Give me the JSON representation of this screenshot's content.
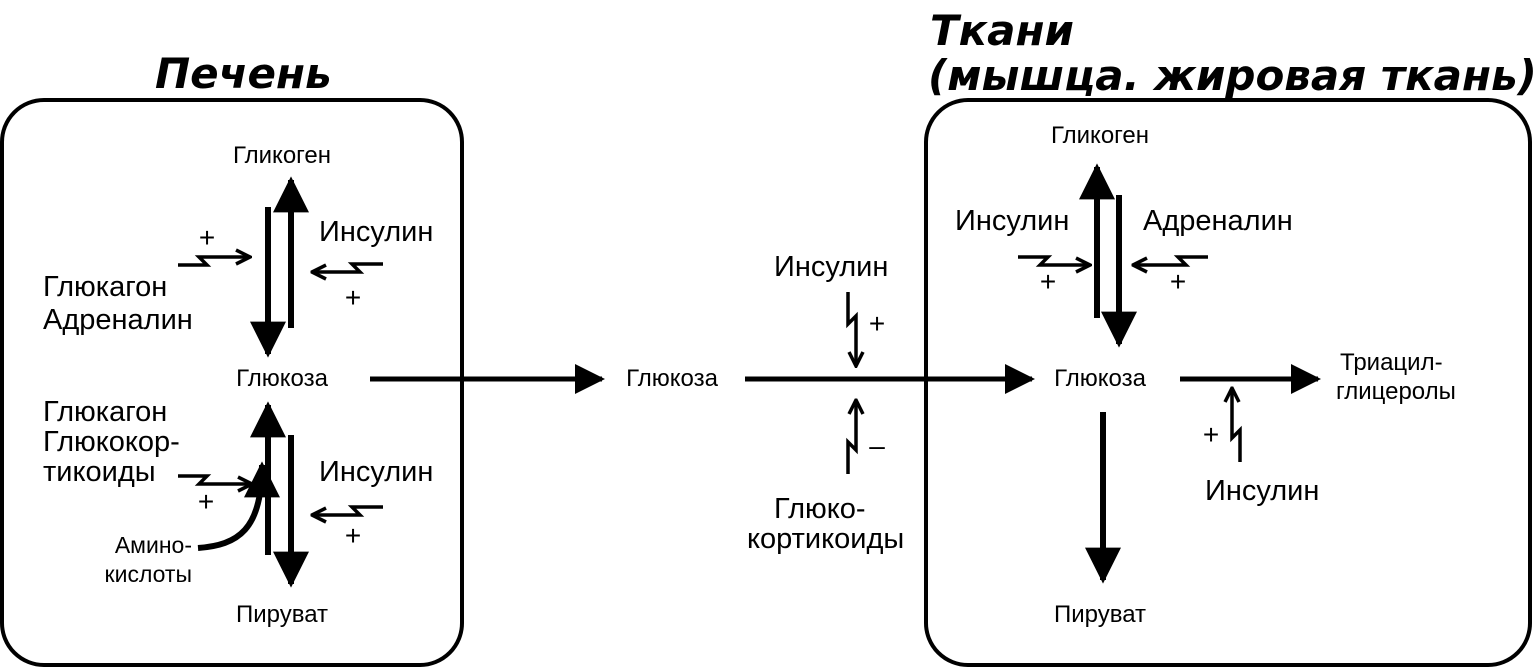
{
  "liver": {
    "title": "Печень",
    "glycogen": "Гликоген",
    "glucose": "Глюкоза",
    "pyruvate": "Пируват",
    "glucagon_1": "Глюкагон",
    "adrenaline_1": "Адреналин",
    "insulin_1": "Инсулин",
    "glucagon_2": "Глюкагон",
    "glucocort_1": "Глюкокор-",
    "glucocort_2": "тикоиды",
    "insulin_2": "Инсулин",
    "amino_1": "Амино-",
    "amino_2": "кислоты",
    "plus": "+"
  },
  "blood": {
    "glucose": "Глюкоза",
    "insulin": "Инсулин",
    "glucocort_1": "Глюко-",
    "glucocort_2": "кортикоиды",
    "plus": "+",
    "minus": "–"
  },
  "tissues": {
    "title_1": "Ткани",
    "title_2": "(мышца. жировая ткань)",
    "glycogen": "Гликоген",
    "insulin_1": "Инсулин",
    "adrenaline": "Адреналин",
    "glucose": "Глюкоза",
    "tag_1": "Триацил-",
    "tag_2": "глицеролы",
    "insulin_2": "Инсулин",
    "pyruvate": "Пируват",
    "plus": "+"
  }
}
